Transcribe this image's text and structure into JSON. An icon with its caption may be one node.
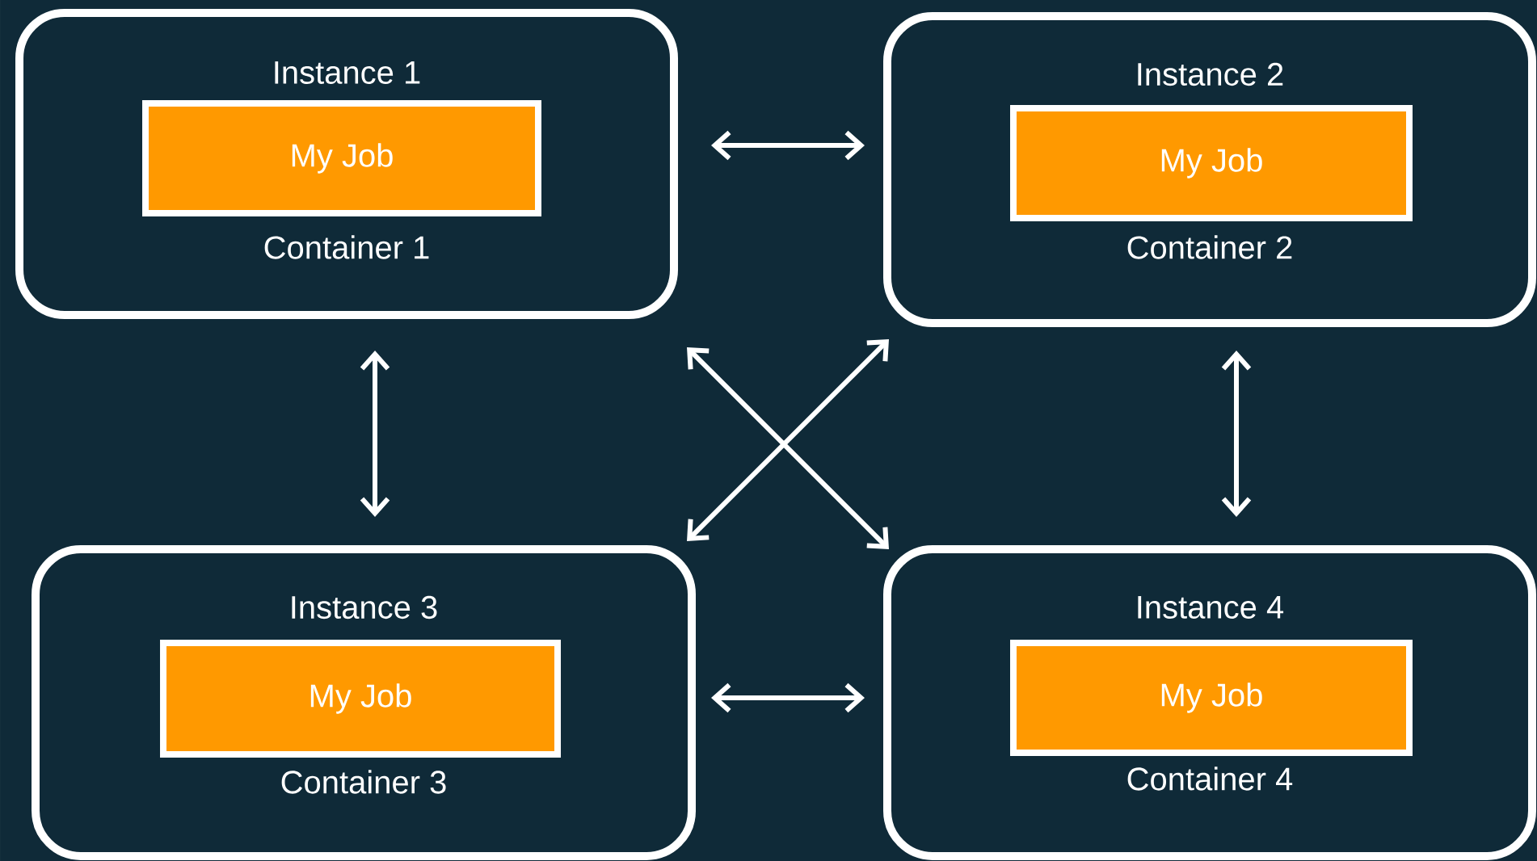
{
  "diagram": {
    "nodes": [
      {
        "text": [
          "Instance 1",
          "Container 1"
        ]
      },
      {
        "text": [
          "My Job"
        ],
        "in": 0
      },
      {
        "text": [
          "Instance 2",
          "Container 2"
        ]
      },
      {
        "text": [
          "My Job"
        ],
        "in": 2
      },
      {
        "text": [
          "Instance 3",
          "Container 3"
        ]
      },
      {
        "text": [
          "My Job"
        ],
        "in": 4
      },
      {
        "text": [
          "Instance 4",
          "Container 4"
        ]
      },
      {
        "text": [
          "My Job"
        ],
        "in": 6
      }
    ],
    "edges": [
      {
        "from": 0,
        "to": 2,
        "arrow": "both"
      },
      {
        "from": 0,
        "to": 4,
        "arrow": "both"
      },
      {
        "from": 0,
        "to": 6,
        "arrow": "both"
      },
      {
        "from": 4,
        "to": 2,
        "arrow": "both"
      },
      {
        "from": 2,
        "to": 6,
        "arrow": "both"
      },
      {
        "from": 4,
        "to": 6,
        "arrow": "both"
      }
    ]
  }
}
